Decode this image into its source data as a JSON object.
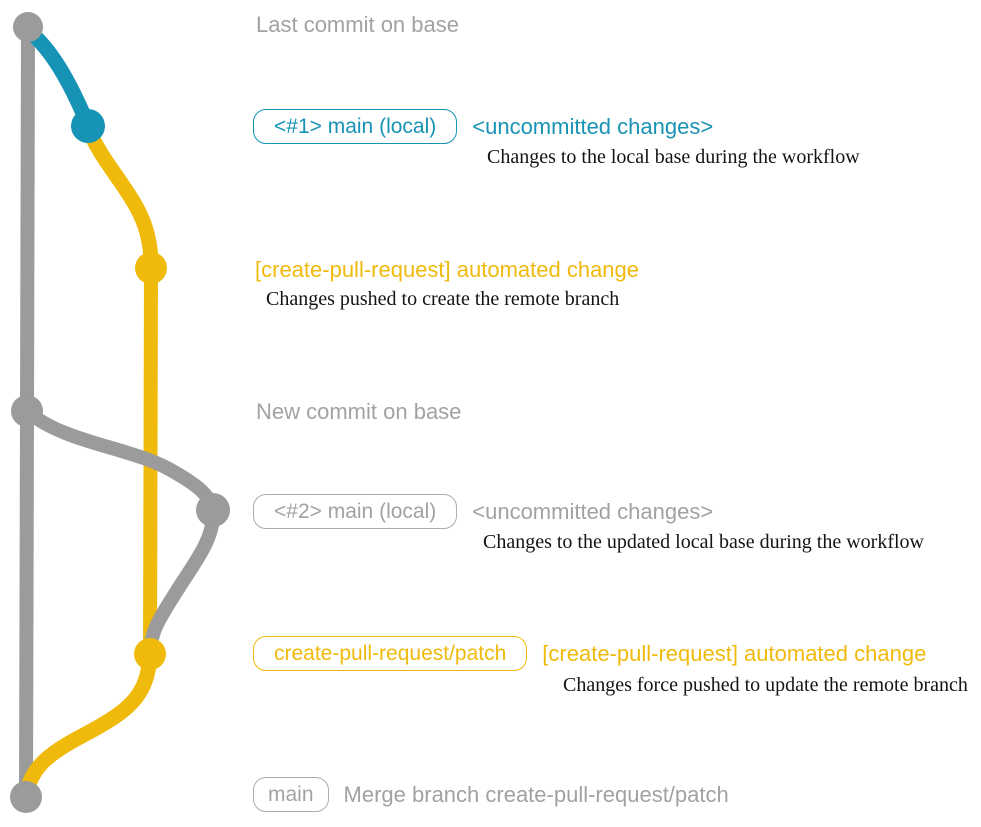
{
  "colors": {
    "branch_teal": "#1793b5",
    "branch_yellow": "#f0ba0c",
    "branch_gray": "#9b9b9b",
    "text_gray": "#a2a2a2",
    "caption_black": "#141414"
  },
  "annotations": {
    "last_commit": "Last commit on base",
    "branch1_badge": "<#1> main (local)",
    "branch1_note": "<uncommitted changes>",
    "branch1_caption": "Changes to the local base during the workflow",
    "push1_heading": "[create-pull-request] automated change",
    "push1_caption": "Changes pushed to create the remote branch",
    "new_commit": "New commit on base",
    "branch2_badge": "<#2> main (local)",
    "branch2_note": "<uncommitted changes>",
    "branch2_caption": "Changes to the updated local base during the workflow",
    "patch_badge": "create-pull-request/patch",
    "push2_heading": "[create-pull-request] automated change",
    "push2_caption": "Changes force pushed to update the remote branch",
    "merge_badge": "main",
    "merge_label": "Merge branch create-pull-request/patch"
  }
}
